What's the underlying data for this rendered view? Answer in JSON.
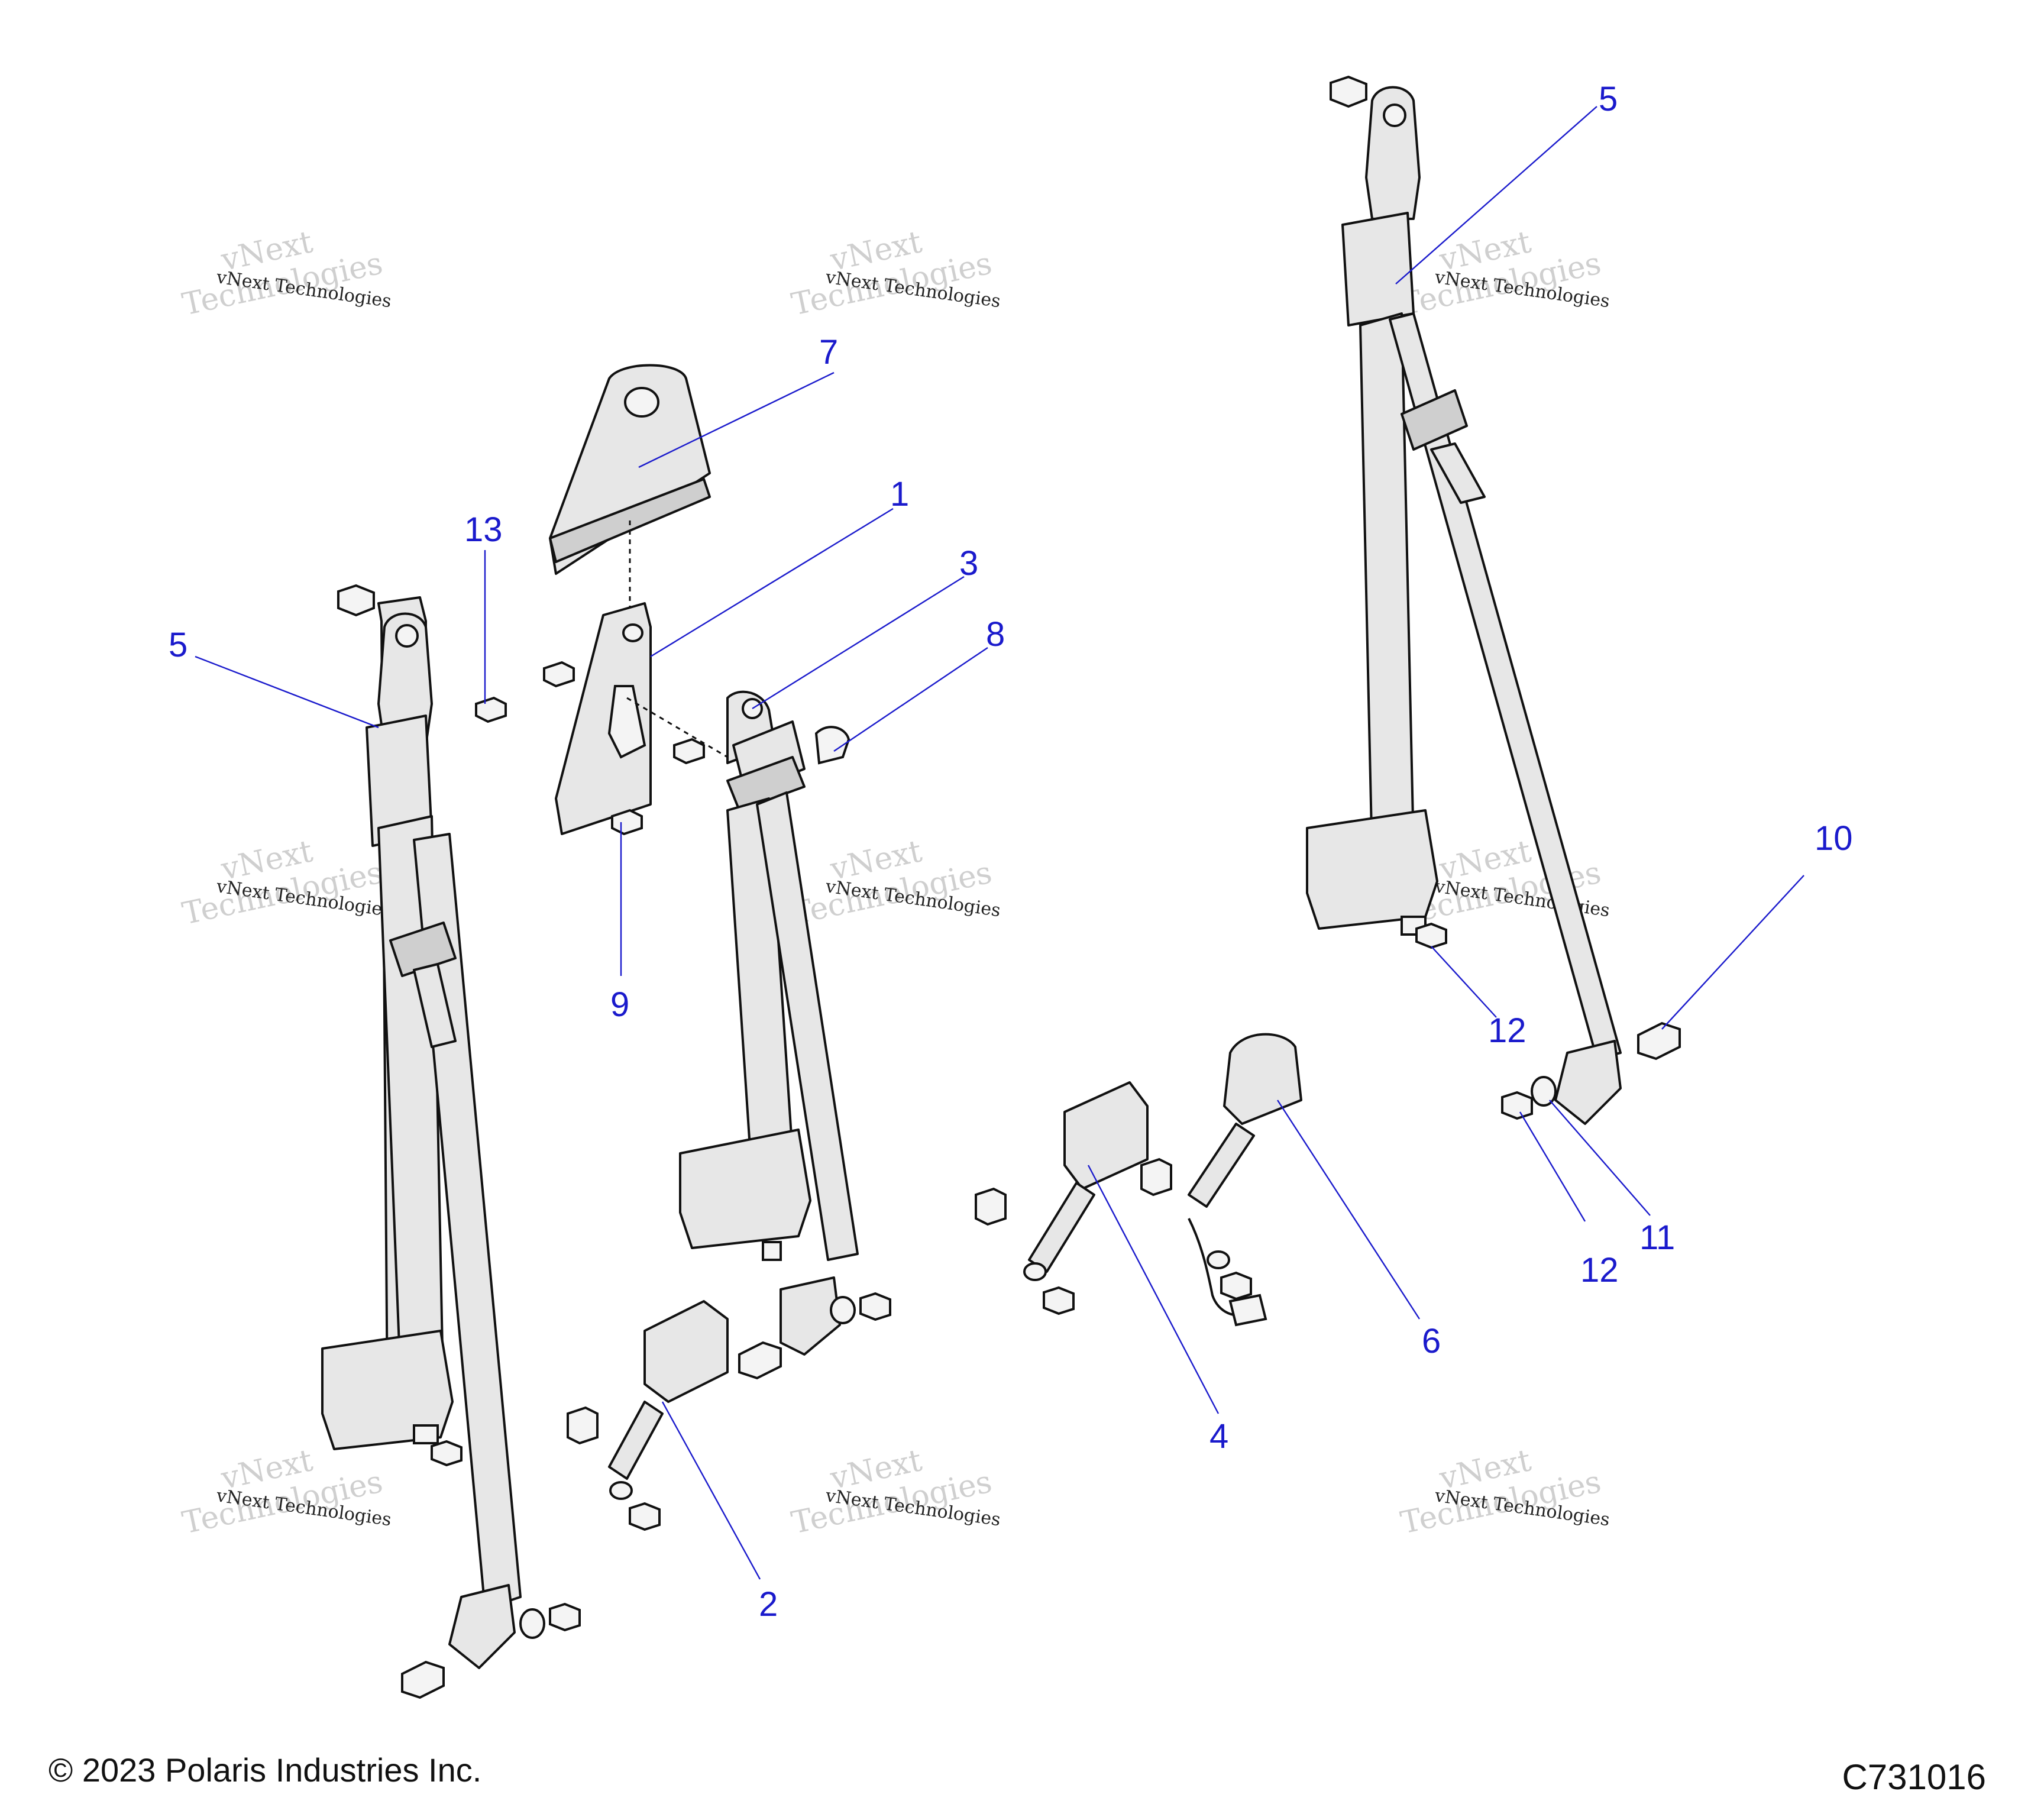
{
  "footer": {
    "copyright": "© 2023 Polaris Industries Inc.",
    "diagram_id": "C731016"
  },
  "watermark": {
    "line1": "vNext",
    "line2": "Technologies",
    "small": "vNext Technologies"
  },
  "callouts": {
    "c1": "1",
    "c2": "2",
    "c3": "3",
    "c4": "4",
    "c5a": "5",
    "c5b": "5",
    "c6": "6",
    "c7": "7",
    "c8": "8",
    "c9": "9",
    "c10": "10",
    "c11": "11",
    "c12a": "12",
    "c12b": "12",
    "c13": "13"
  }
}
